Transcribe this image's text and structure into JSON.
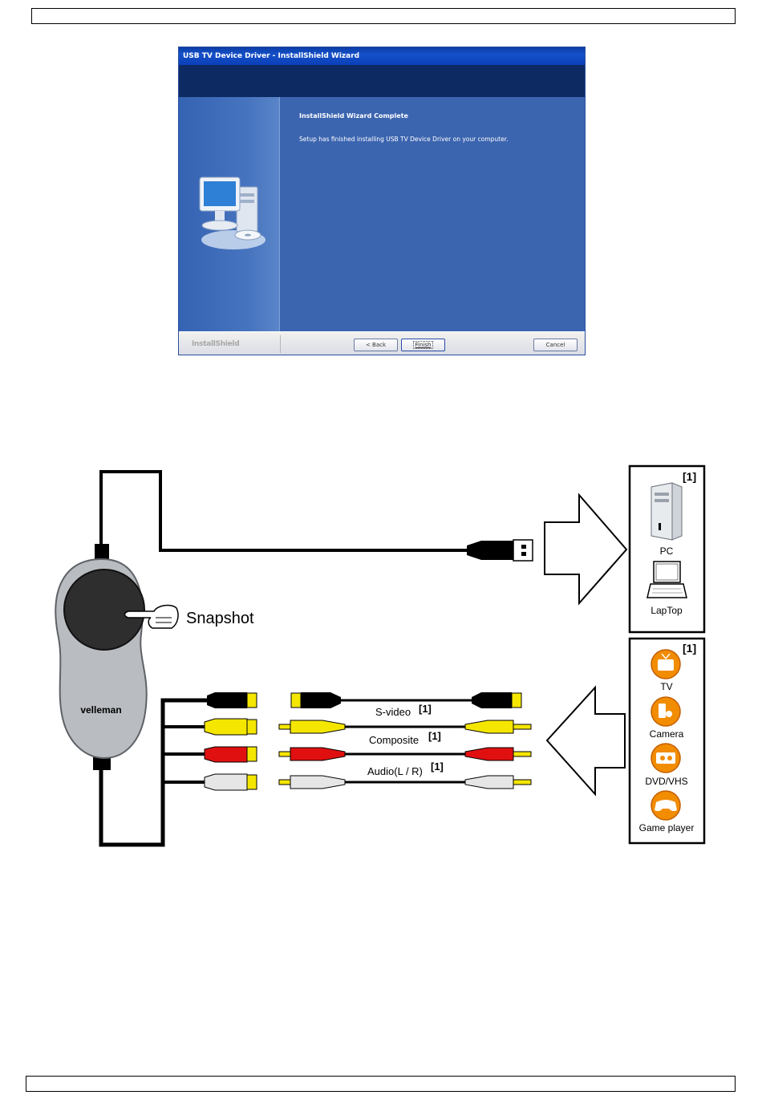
{
  "wizard": {
    "title": "USB TV Device Driver - InstallShield Wizard",
    "heading": "InstallShield Wizard Complete",
    "message": "Setup has finished installing USB TV Device Driver on your computer.",
    "brand": "InstallShield",
    "buttons": {
      "back": "< Back",
      "finish": "Finish",
      "cancel": "Cancel"
    }
  },
  "diagram": {
    "device_brand": "velleman",
    "snapshot_label": "Snapshot",
    "cables": [
      {
        "label": "S-video",
        "ref": "[1]"
      },
      {
        "label": "Composite",
        "ref": "[1]"
      },
      {
        "label": "Audio(L / R)",
        "ref": "[1]"
      }
    ],
    "computers_ref": "[1]",
    "computers": [
      {
        "label": "PC",
        "icon": "pc-tower-icon"
      },
      {
        "label": "LapTop",
        "icon": "laptop-icon"
      }
    ],
    "sources_ref": "[1]",
    "sources": [
      {
        "label": "TV",
        "icon": "tv-icon"
      },
      {
        "label": "Camera",
        "icon": "camera-icon"
      },
      {
        "label": "DVD/VHS",
        "icon": "dvd-vhs-icon"
      },
      {
        "label": "Game player",
        "icon": "game-player-icon"
      }
    ]
  },
  "colors": {
    "wizard_blue": "#3e66b1",
    "title_blue": "#0b3da6",
    "cable_black": "#000000",
    "plug_yellow": "#f5e600",
    "plug_red": "#e01010",
    "plug_white": "#e6e6e6",
    "icon_orange": "#f28c00"
  }
}
